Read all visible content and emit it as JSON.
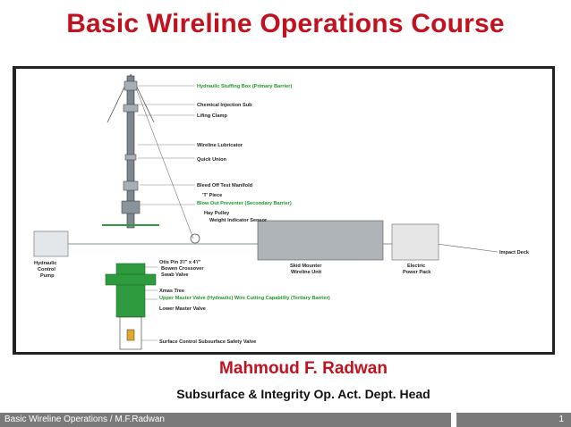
{
  "slide": {
    "title": "Basic Wireline Operations Course",
    "author": "Mahmoud F. Radwan",
    "role": "Subsurface & Integrity Op. Act. Dept. Head",
    "footer_text": "Basic Wireline Operations / M.F.Radwan",
    "page_number": "1"
  },
  "diagram": {
    "labels": {
      "stuffing_box": "Hydraulic Stuffing Box (Primary Barrier)",
      "chemical_sub": "Chemical Injection Sub",
      "lifting_clamp": "Lifing Clamp",
      "lubricator": "Wireline Lubricator",
      "quick_union": "Quick Union",
      "bleed_off": "Bleed Off Test Manifold",
      "t_piece": "'T' Piece",
      "bop": "Blow Out Preventer (Secondary Barrier)",
      "hay_pulley": "Hay Pulley",
      "weight_sensor": "Weight Indicator Sensor",
      "hydraulic_pump_1": "Hydraulic",
      "hydraulic_pump_2": "Control",
      "hydraulic_pump_3": "Pump",
      "otis_pin": "Otis Pin 3'/\" x 4'/\"",
      "bowen": "Bowen Crossover",
      "swab_valve": "Swab Valve",
      "skid_1": "Skid Mounter",
      "skid_2": "Wireline Unit",
      "power_1": "Electric",
      "power_2": "Power Pack",
      "impact_deck": "Impact Deck",
      "xmas_tree": "Xmas Tree",
      "upper_master": "Upper Master Valve (Hydraulic) Wire Cutting Capability (Tertiary Barrier)",
      "lower_master": "Lower Master Valve",
      "sscsv": "Surface Control Subsurface Safety Valve"
    }
  },
  "colors": {
    "title_red": "#C1121F",
    "label_green": "#1a9a2a",
    "tree_green": "#2e9b3e",
    "footer_gray": "#7a7a7a"
  }
}
